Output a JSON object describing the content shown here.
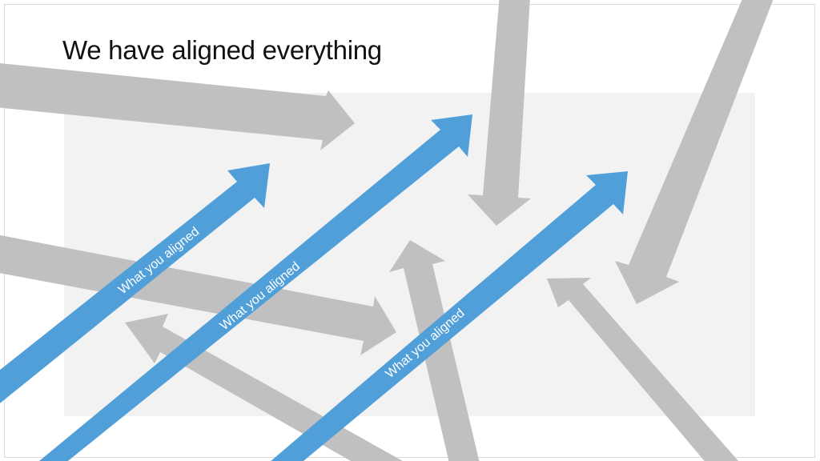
{
  "slide": {
    "title": "We have aligned everything"
  },
  "arrows": {
    "labels": [
      "What you aligned",
      "What you aligned",
      "What you aligned"
    ],
    "colors": {
      "aligned": "#519fd9",
      "misaligned": "#c0c0c0",
      "panel": "#f2f2f2",
      "title_text": "#111111"
    }
  }
}
